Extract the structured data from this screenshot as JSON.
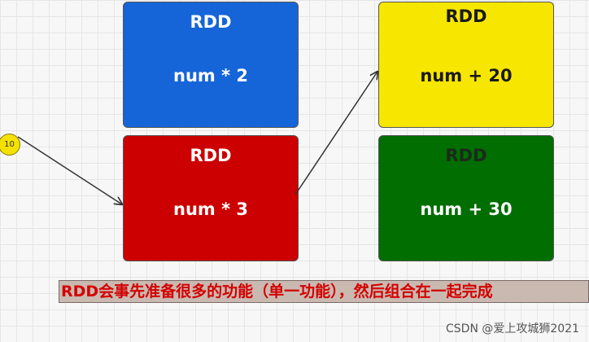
{
  "boxes": [
    {
      "title": "RDD",
      "expr": "num * 2",
      "color": "#1565d8"
    },
    {
      "title": "RDD",
      "expr": "num * 3",
      "color": "#cc0000"
    },
    {
      "title": "RDD",
      "expr": "num + 20",
      "color": "#f7e600"
    },
    {
      "title": "RDD",
      "expr": "num + 30",
      "color": "#006e00"
    }
  ],
  "input_value": "10",
  "caption": "RDD会事先准备很多的功能（单一功能），然后组合在一起完成",
  "watermark": "CSDN @爱上攻城狮2021"
}
